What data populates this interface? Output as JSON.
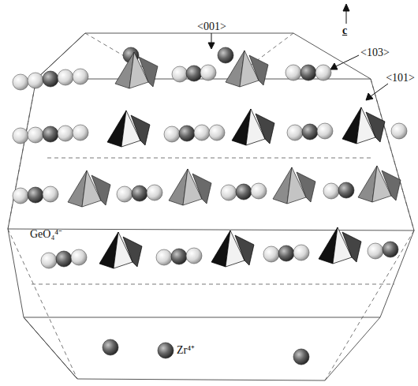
{
  "diagram": {
    "labels": [
      "<001>",
      "c",
      "<103>",
      "<101>",
      "GeO₄⁴⁻",
      "Zr⁴⁺"
    ]
  }
}
